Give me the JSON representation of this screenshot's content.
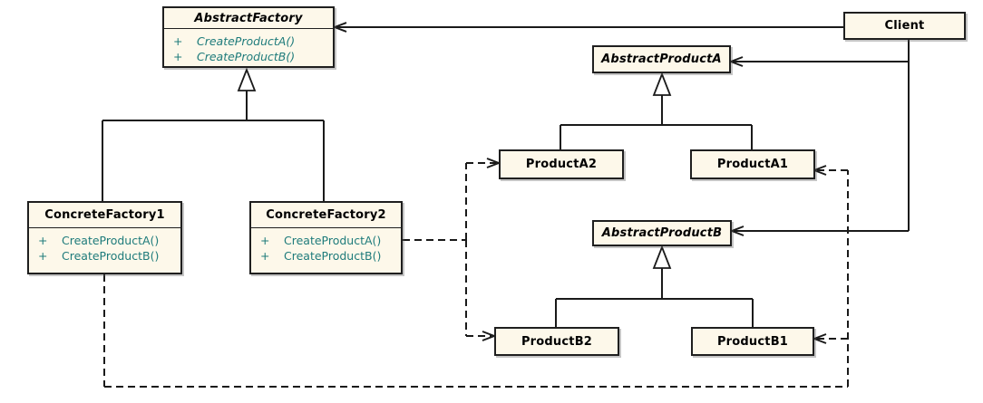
{
  "diagram": {
    "kind": "uml-class-diagram",
    "pattern": "Abstract Factory"
  },
  "colors": {
    "background": "#FFFFFF",
    "box_fill": "#FDF8EA",
    "box_border": "#1F1F1F",
    "title_text": "#000000",
    "method_text": "#1E7B7B",
    "line": "#1A1A1A"
  },
  "classes": {
    "abstract_factory": {
      "name": "AbstractFactory",
      "abstract": true,
      "methods": [
        {
          "visibility": "+",
          "signature": "CreateProductA()"
        },
        {
          "visibility": "+",
          "signature": "CreateProductB()"
        }
      ]
    },
    "client": {
      "name": "Client",
      "abstract": false
    },
    "abstract_product_a": {
      "name": "AbstractProductA",
      "abstract": true
    },
    "product_a2": {
      "name": "ProductA2",
      "abstract": false
    },
    "product_a1": {
      "name": "ProductA1",
      "abstract": false
    },
    "abstract_product_b": {
      "name": "AbstractProductB",
      "abstract": true
    },
    "product_b2": {
      "name": "ProductB2",
      "abstract": false
    },
    "product_b1": {
      "name": "ProductB1",
      "abstract": false
    },
    "concrete_factory1": {
      "name": "ConcreteFactory1",
      "abstract": false,
      "methods": [
        {
          "visibility": "+",
          "signature": "CreateProductA()"
        },
        {
          "visibility": "+",
          "signature": "CreateProductB()"
        }
      ]
    },
    "concrete_factory2": {
      "name": "ConcreteFactory2",
      "abstract": false,
      "methods": [
        {
          "visibility": "+",
          "signature": "CreateProductA()"
        },
        {
          "visibility": "+",
          "signature": "CreateProductB()"
        }
      ]
    }
  },
  "relationships": [
    {
      "type": "association",
      "from": "Client",
      "to": "AbstractFactory",
      "style": "solid-open-arrow"
    },
    {
      "type": "association",
      "from": "Client",
      "to": "AbstractProductA",
      "style": "solid-open-arrow"
    },
    {
      "type": "association",
      "from": "Client",
      "to": "AbstractProductB",
      "style": "solid-open-arrow"
    },
    {
      "type": "generalization",
      "from": "ConcreteFactory1",
      "to": "AbstractFactory",
      "style": "solid-hollow-triangle"
    },
    {
      "type": "generalization",
      "from": "ConcreteFactory2",
      "to": "AbstractFactory",
      "style": "solid-hollow-triangle"
    },
    {
      "type": "generalization",
      "from": "ProductA2",
      "to": "AbstractProductA",
      "style": "solid-hollow-triangle"
    },
    {
      "type": "generalization",
      "from": "ProductA1",
      "to": "AbstractProductA",
      "style": "solid-hollow-triangle"
    },
    {
      "type": "generalization",
      "from": "ProductB2",
      "to": "AbstractProductB",
      "style": "solid-hollow-triangle"
    },
    {
      "type": "generalization",
      "from": "ProductB1",
      "to": "AbstractProductB",
      "style": "solid-hollow-triangle"
    },
    {
      "type": "dependency",
      "from": "ConcreteFactory2",
      "to": "ProductA2",
      "style": "dashed-open-arrow"
    },
    {
      "type": "dependency",
      "from": "ConcreteFactory2",
      "to": "ProductB2",
      "style": "dashed-open-arrow"
    },
    {
      "type": "dependency",
      "from": "ConcreteFactory1",
      "to": "ProductA1",
      "style": "dashed-open-arrow"
    },
    {
      "type": "dependency",
      "from": "ConcreteFactory1",
      "to": "ProductB1",
      "style": "dashed-open-arrow"
    }
  ]
}
